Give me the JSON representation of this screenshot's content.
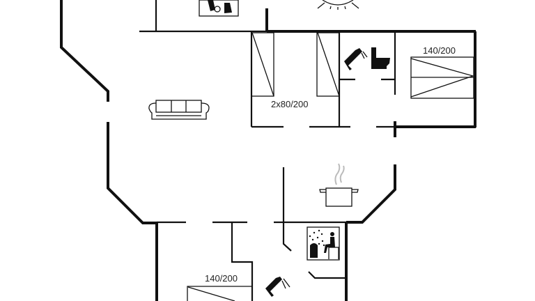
{
  "floorplan": {
    "labels": {
      "bed_right": "140/200",
      "bunk_beds": "2x80/200",
      "bed_bottom": "140/200"
    },
    "icons": [
      "washing-machine-icon",
      "ceiling-light-icon",
      "sofa-icon",
      "shower-icon",
      "toilet-icon",
      "cooking-pot-icon",
      "sauna-icon"
    ],
    "colors": {
      "walls": "#111111",
      "background": "#ffffff"
    }
  }
}
